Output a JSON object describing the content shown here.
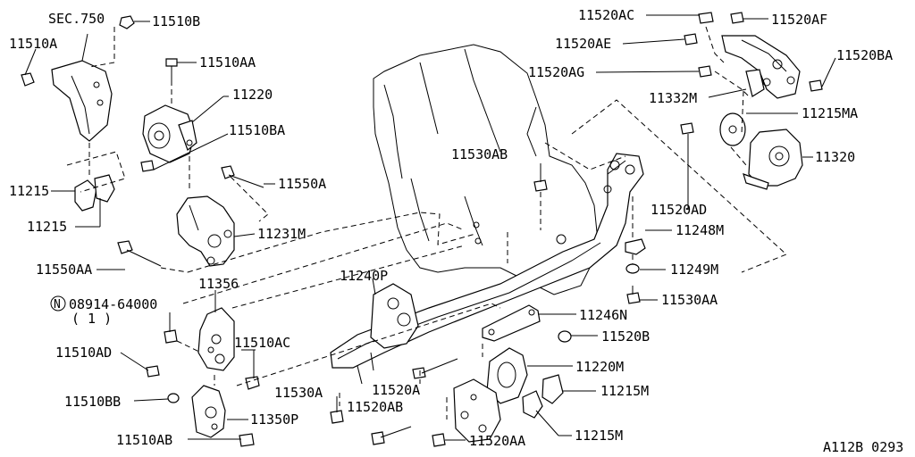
{
  "parts": {
    "p11520AC": "11520AC",
    "p11520AF": "11520AF",
    "p11520AE": "11520AE",
    "p11520AG": "11520AG",
    "p11520BA": "11520BA",
    "p11332M": "11332M",
    "p11215MA": "11215MA",
    "p11320": "11320",
    "p11520AD": "11520AD",
    "p11248M": "11248M",
    "p11249M": "11249M",
    "p11530AA": "11530AA",
    "p11246N": "11246N",
    "p11520B": "11520B",
    "p11220M": "11220M",
    "p11215M_a": "11215M",
    "p11215M_b": "11215M",
    "p11520AA": "11520AA",
    "p11520AB": "11520AB",
    "p11520A": "11520A",
    "p11530A": "11530A",
    "p11240P": "11240P",
    "p11530AB": "11530AB",
    "sec750": "SEC.750",
    "p11510B": "11510B",
    "p11510A": "11510A",
    "p11510AA": "11510AA",
    "p11220": "11220",
    "p11510BA": "11510BA",
    "p11550A": "11550A",
    "p11231M": "11231M",
    "p11215_a": "11215",
    "p11215_b": "11215",
    "p11550AA": "11550AA",
    "p11356": "11356",
    "nut_ref": "08914-64000",
    "nut_qty": "( 1 )",
    "n_symbol": "N",
    "p11510AD": "11510AD",
    "p11510AC": "11510AC",
    "p11510BB": "11510BB",
    "p11350P": "11350P",
    "p11510AB": "11510AB"
  },
  "footer": {
    "code": "A112B 0293"
  }
}
